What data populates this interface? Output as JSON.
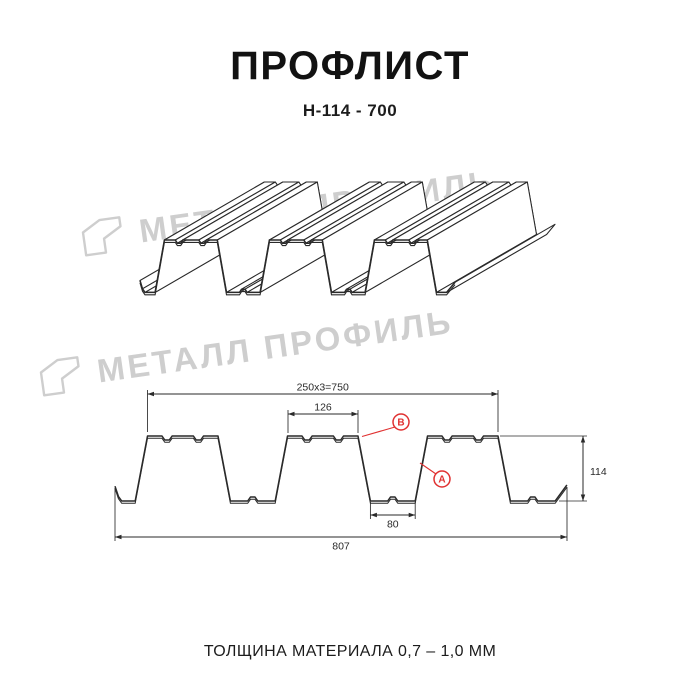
{
  "header": {
    "title": "ПРОФЛИСТ",
    "subtitle": "Н-114 - 700"
  },
  "watermark": {
    "text": "МЕТАЛЛ ПРОФИЛЬ",
    "color": "#cecece"
  },
  "section": {
    "dim_top_total": "250x3=750",
    "dim_crest": "126",
    "dim_height": "114",
    "dim_valley": "80",
    "dim_total": "807",
    "callout_b": "В",
    "callout_a": "А"
  },
  "footer": {
    "text": "ТОЛЩИНА МАТЕРИАЛА 0,7 – 1,0 ММ"
  },
  "colors": {
    "line": "#2a2a2a",
    "red": "#e03131",
    "watermark": "#cecece"
  }
}
